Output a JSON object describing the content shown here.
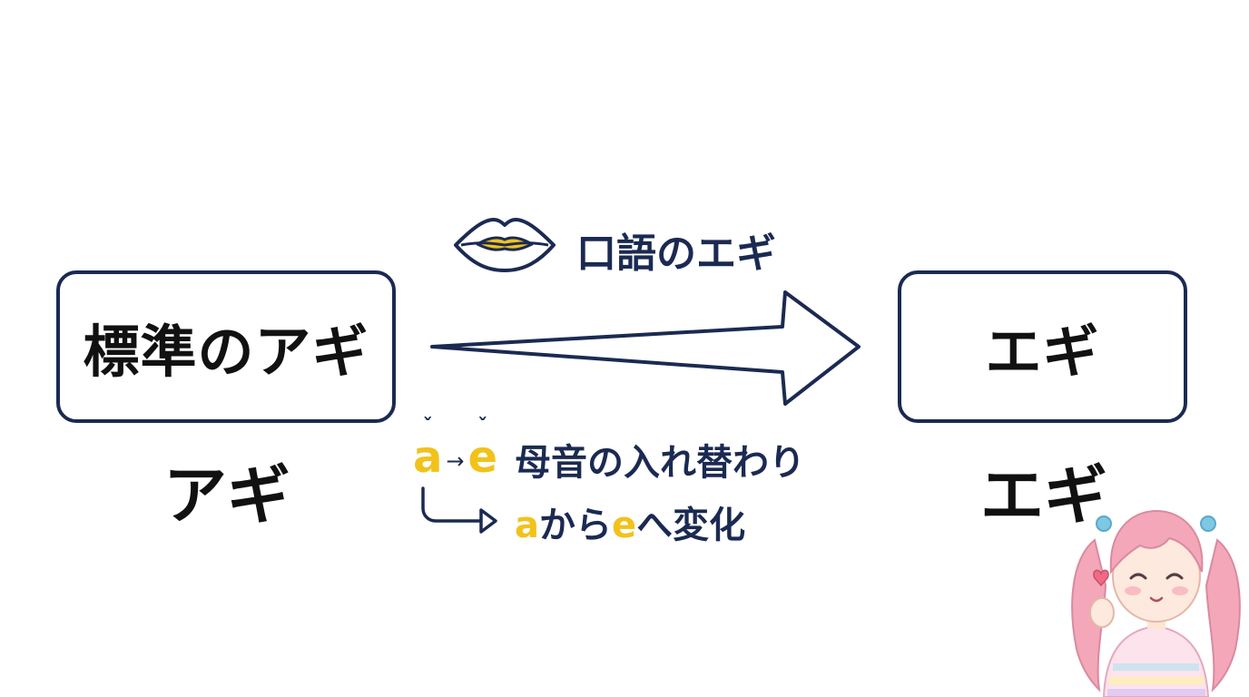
{
  "left_box": {
    "text": "標準のアギ"
  },
  "left_label": "アギ",
  "right_box": {
    "text": "エギ"
  },
  "right_label": "エギ",
  "top_annotation": {
    "icon": "lips-icon",
    "text": "口語のエギ"
  },
  "vowel_swap": {
    "from": "a",
    "to": "e",
    "caron": "ˇ",
    "arrow": "→",
    "label": "母音の入れ替わり"
  },
  "change_note": {
    "from": "a",
    "middle": "から",
    "to": "e",
    "end": "へ変化"
  },
  "colors": {
    "navy": "#1b2a52",
    "accent": "#f2c21b",
    "text": "#111111"
  }
}
